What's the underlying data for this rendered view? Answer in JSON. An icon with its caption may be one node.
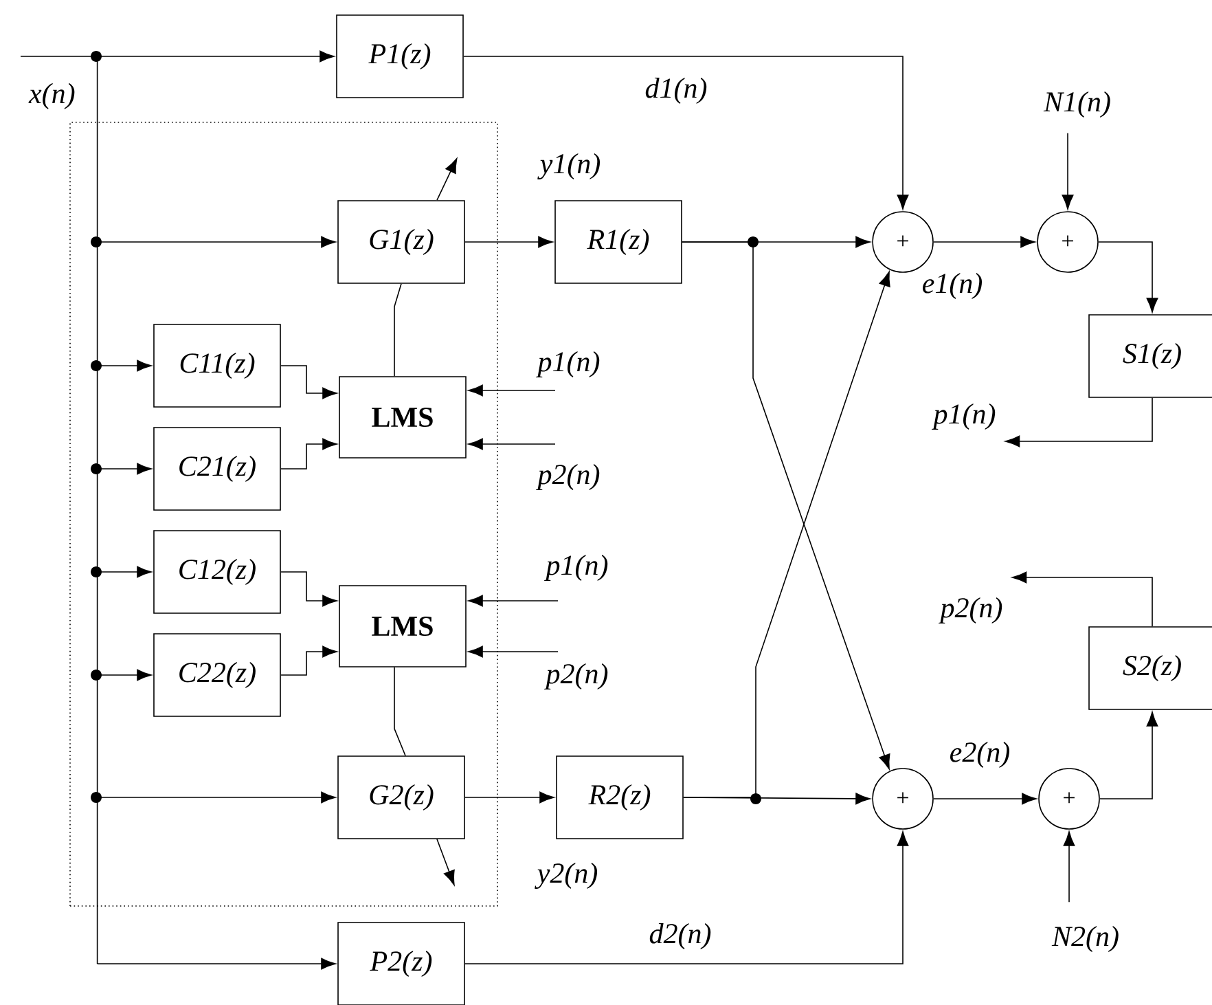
{
  "diagram": {
    "nodes": [
      {
        "text": [
          "x(n)"
        ]
      },
      {
        "text": [
          "P1(z)"
        ]
      },
      {
        "text": [],
        "shape": "box"
      },
      {
        "text": [
          "G1(z)"
        ],
        "in": 2
      },
      {
        "text": [
          "C11(z)"
        ],
        "in": 2
      },
      {
        "text": [
          "C21(z)"
        ],
        "in": 2
      },
      {
        "text": [
          "LMS"
        ],
        "in": 2
      },
      {
        "text": [
          "C12(z)"
        ],
        "in": 2
      },
      {
        "text": [
          "C22(z)"
        ],
        "in": 2
      },
      {
        "text": [
          "LMS"
        ],
        "in": 2
      },
      {
        "text": [
          "G2(z)"
        ],
        "in": 2
      },
      {
        "text": [
          "R1(z)"
        ]
      },
      {
        "text": [
          "R2(z)"
        ]
      },
      {
        "text": [
          "P2(z)"
        ]
      },
      {
        "text": [
          "p1(n)"
        ]
      },
      {
        "text": [
          "p2(n)"
        ]
      },
      {
        "text": [
          "p1(n)"
        ]
      },
      {
        "text": [
          "p2(n)"
        ]
      },
      {
        "text": [
          "N1(n)"
        ]
      },
      {
        "text": [
          "+"
        ]
      },
      {
        "text": [
          "+"
        ]
      },
      {
        "text": [
          "S1(z)"
        ]
      },
      {
        "text": [
          "p1(n)"
        ]
      },
      {
        "text": [
          "p2(n)"
        ]
      },
      {
        "text": [
          "S2(z)"
        ]
      },
      {
        "text": [
          "+"
        ]
      },
      {
        "text": [
          "+"
        ]
      },
      {
        "text": [
          "N2(n)"
        ]
      }
    ],
    "edges": [
      {
        "from": 0,
        "to": 1,
        "arrow": "to"
      },
      {
        "from": 0,
        "to": 3,
        "arrow": "to"
      },
      {
        "from": 0,
        "to": 4,
        "arrow": "to"
      },
      {
        "from": 0,
        "to": 5,
        "arrow": "to"
      },
      {
        "from": 0,
        "to": 7,
        "arrow": "to"
      },
      {
        "from": 0,
        "to": 8,
        "arrow": "to"
      },
      {
        "from": 0,
        "to": 10,
        "arrow": "to"
      },
      {
        "from": 0,
        "to": 13,
        "arrow": "to"
      },
      {
        "from": 4,
        "to": 6,
        "arrow": "to"
      },
      {
        "from": 5,
        "to": 6,
        "arrow": "to"
      },
      {
        "from": 14,
        "to": 6,
        "arrow": "to"
      },
      {
        "from": 15,
        "to": 6,
        "arrow": "to"
      },
      {
        "from": 6,
        "to": 3,
        "arrow": "none"
      },
      {
        "from": 3,
        "to": null,
        "arrow": "to"
      },
      {
        "from": 3,
        "to": 11,
        "arrow": "to"
      },
      {
        "from": 7,
        "to": 9,
        "arrow": "to"
      },
      {
        "from": 8,
        "to": 9,
        "arrow": "to"
      },
      {
        "from": 16,
        "to": 9,
        "arrow": "to"
      },
      {
        "from": 17,
        "to": 9,
        "arrow": "to"
      },
      {
        "from": 9,
        "to": 10,
        "arrow": "none"
      },
      {
        "from": 10,
        "to": null,
        "arrow": "to"
      },
      {
        "from": 10,
        "to": 12,
        "arrow": "to"
      },
      {
        "from": 1,
        "to": 19,
        "arrow": "to"
      },
      {
        "from": 11,
        "to": 19,
        "arrow": "to"
      },
      {
        "from": 11,
        "to": 25,
        "arrow": "to"
      },
      {
        "from": 12,
        "to": 25,
        "arrow": "to"
      },
      {
        "from": 12,
        "to": 19,
        "arrow": "to"
      },
      {
        "from": 13,
        "to": 25,
        "arrow": "to"
      },
      {
        "from": 19,
        "to": 20,
        "arrow": "to"
      },
      {
        "from": 18,
        "to": 20,
        "arrow": "to"
      },
      {
        "from": 20,
        "to": 21,
        "arrow": "to"
      },
      {
        "from": 21,
        "to": 22,
        "arrow": "to"
      },
      {
        "from": 25,
        "to": 26,
        "arrow": "to"
      },
      {
        "from": 27,
        "to": 26,
        "arrow": "to"
      },
      {
        "from": 26,
        "to": 24,
        "arrow": "to"
      },
      {
        "from": 24,
        "to": 23,
        "arrow": "to"
      }
    ],
    "labels": [
      "d1(n)",
      "y1(n)",
      "e1(n)",
      "e2(n)",
      "y2(n)",
      "d2(n)"
    ]
  }
}
